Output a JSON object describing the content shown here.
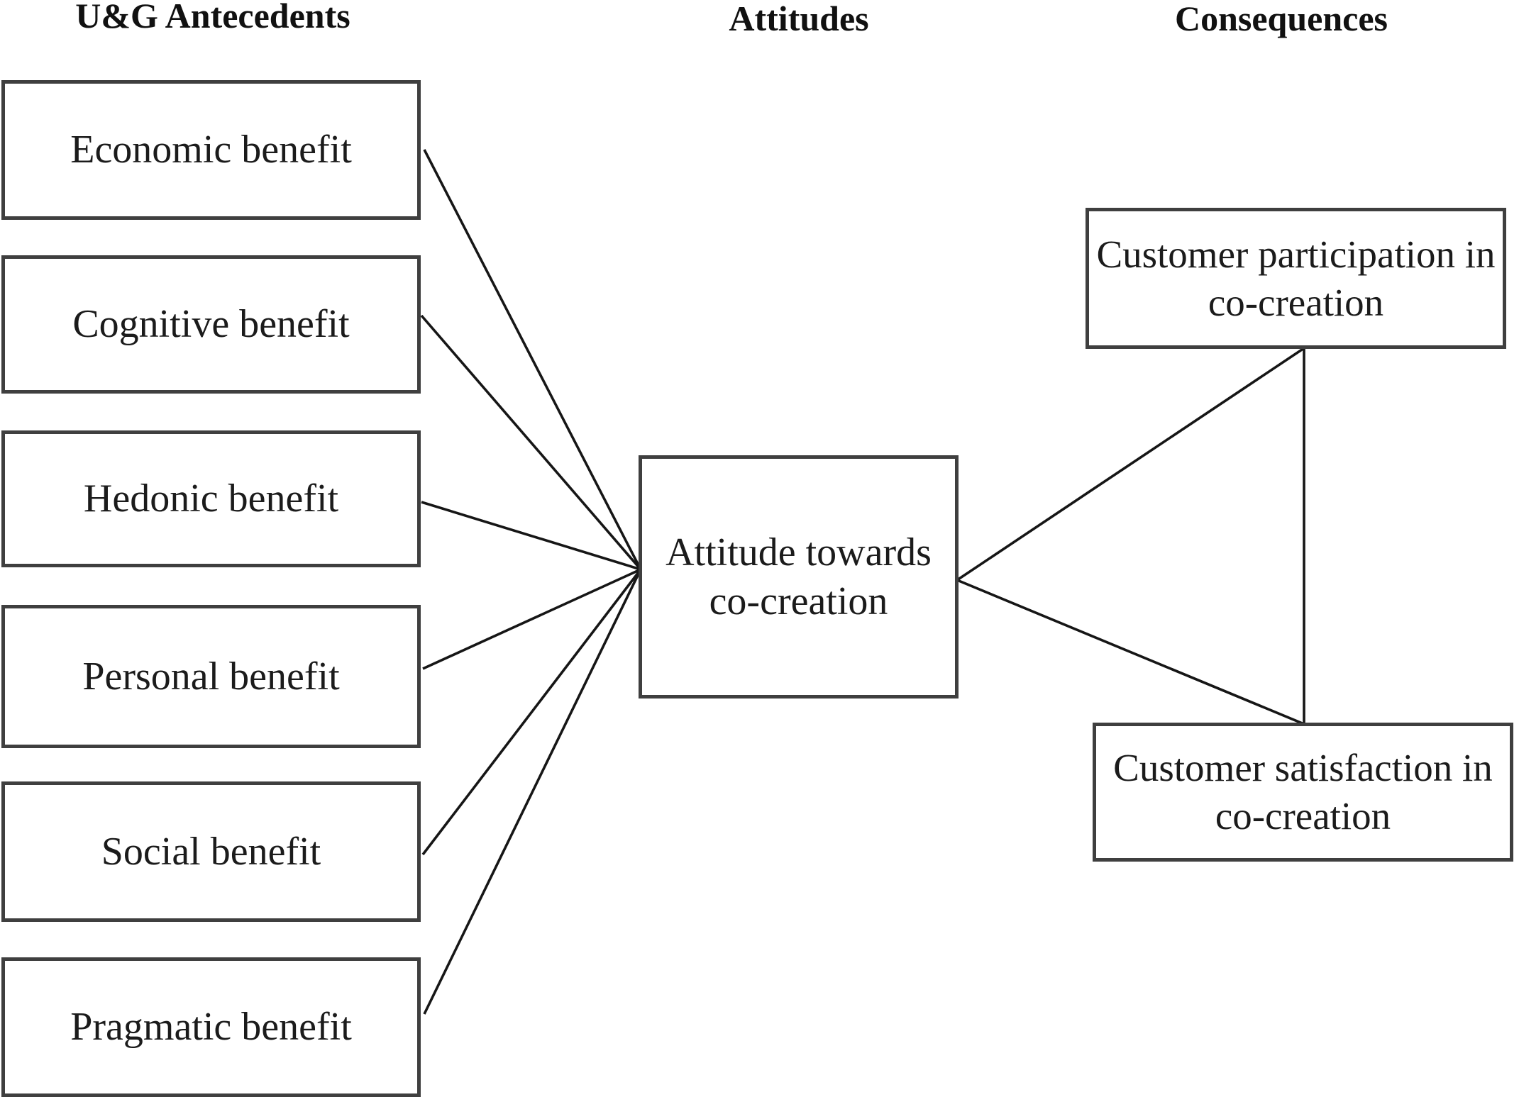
{
  "headings": {
    "antecedents": "U&G Antecedents",
    "attitudes": "Attitudes",
    "consequences": "Consequences"
  },
  "boxes": {
    "antecedents": [
      {
        "label": "Economic benefit"
      },
      {
        "label": "Cognitive benefit"
      },
      {
        "label": "Hedonic benefit"
      },
      {
        "label": "Personal benefit"
      },
      {
        "label": "Social benefit"
      },
      {
        "label": "Pragmatic benefit"
      }
    ],
    "attitude": {
      "label": "Attitude towards co-creation"
    },
    "consequences": [
      {
        "label": "Customer participation in co-creation"
      },
      {
        "label": "Customer satisfaction in co-creation"
      }
    ]
  },
  "colors": {
    "background": "#ffffff",
    "box_border": "#3f3f3f",
    "connector_line": "#161616",
    "text": "#1b1b1b",
    "heading_text": "#111111"
  }
}
